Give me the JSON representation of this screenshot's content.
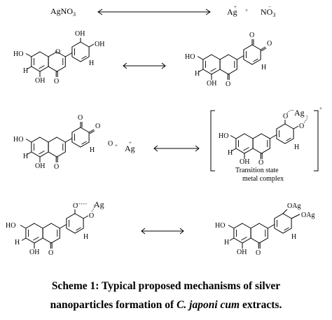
{
  "reaction1": {
    "reactant": "AgNO",
    "reactant_sub": "3",
    "product_ag": "Ag",
    "charge_plus": "+",
    "plus": "+",
    "product_no": "NO",
    "product_no_sub": "3",
    "charge_minus": "−"
  },
  "atoms": {
    "OH": "OH",
    "HO": "HO",
    "H": "H",
    "O": "O",
    "Ag": "Ag",
    "OAg": "OAg"
  },
  "reaction3": {
    "ag_ion": "Ag",
    "charge": "+",
    "complex_label_line1": "Transition state",
    "complex_label_line2": "metal complex"
  },
  "caption": {
    "line1": "Scheme 1: Typical proposed mechanisms of silver",
    "line2_prefix": "nanoparticles formation of ",
    "line2_italic": "C. japoni cum",
    "line2_suffix": " extracts."
  }
}
